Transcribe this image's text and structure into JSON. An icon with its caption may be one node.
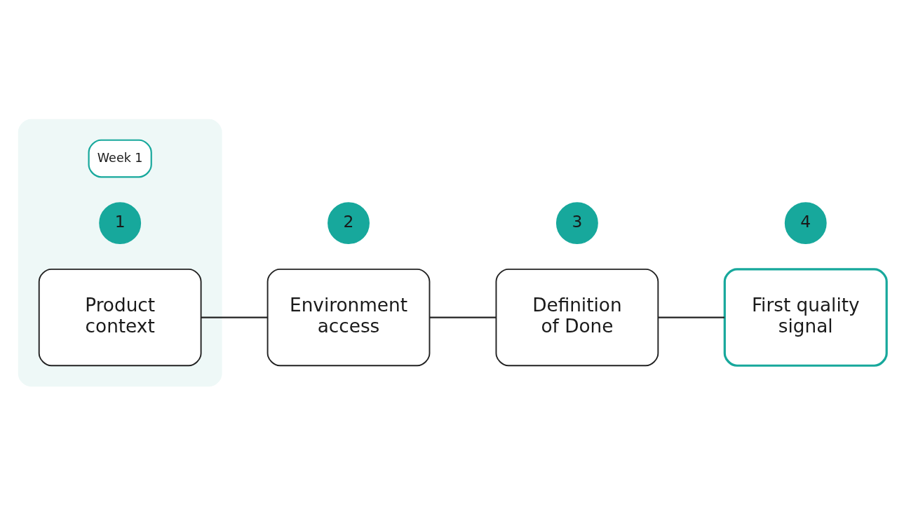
{
  "diagram": {
    "nodes": [
      {
        "text": [],
        "shape": "box"
      },
      {
        "text": [
          "Week 1"
        ],
        "in": 0
      },
      {
        "text": [
          "1"
        ],
        "in": 0
      },
      {
        "text": [
          "Product context"
        ],
        "in": 0
      },
      {
        "text": [
          "2"
        ]
      },
      {
        "text": [
          "Environment access"
        ]
      },
      {
        "text": [
          "3"
        ]
      },
      {
        "text": [
          "Definition of Done"
        ]
      },
      {
        "text": [
          "4"
        ]
      },
      {
        "text": [
          "First quality signal"
        ]
      }
    ],
    "edges": [
      {
        "from": 3,
        "to": 5,
        "arrow": "none"
      },
      {
        "from": 5,
        "to": 7,
        "arrow": "none"
      },
      {
        "from": 7,
        "to": 9,
        "arrow": "none"
      }
    ]
  }
}
